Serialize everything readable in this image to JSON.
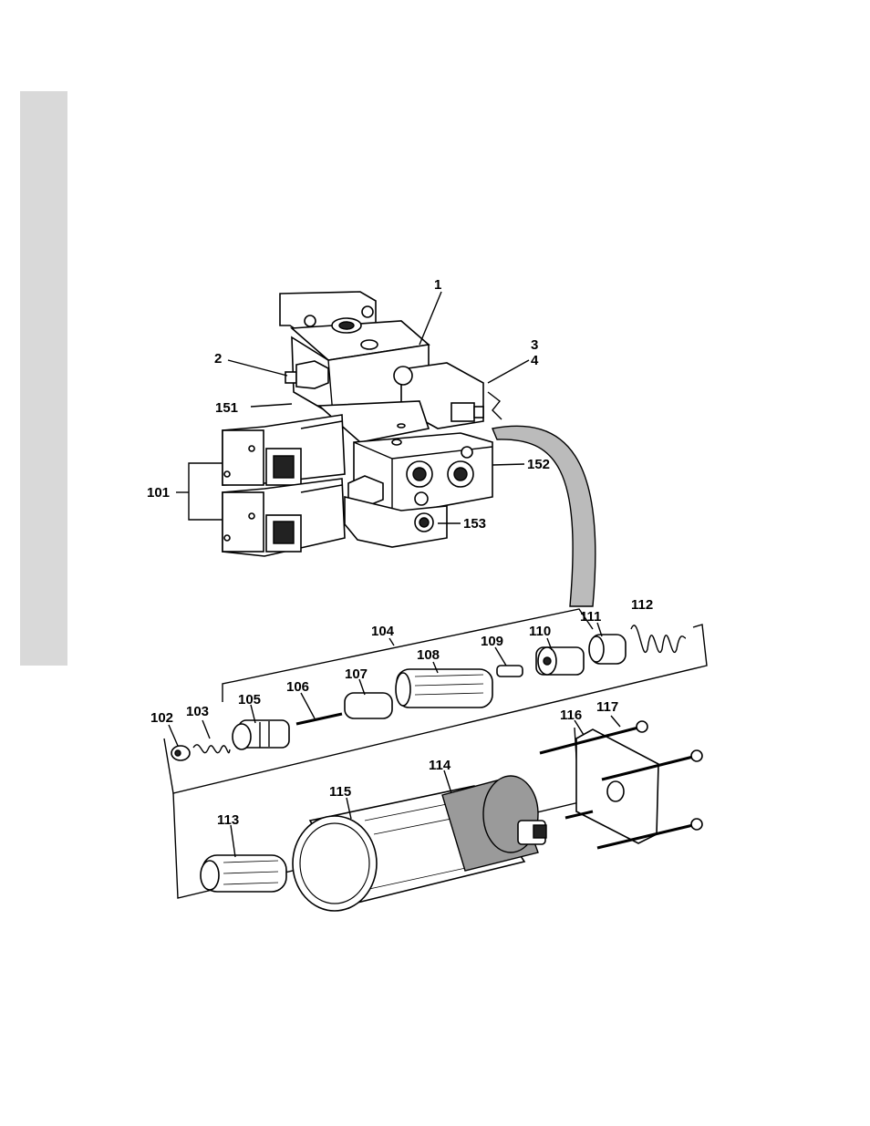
{
  "diagram": {
    "callouts": {
      "c1": "1",
      "c2": "2",
      "c3": "3",
      "c4": "4",
      "c151": "151",
      "c152": "152",
      "c153": "153",
      "c101": "101",
      "c102": "102",
      "c103": "103",
      "c104": "104",
      "c105": "105",
      "c106": "106",
      "c107": "107",
      "c108": "108",
      "c109": "109",
      "c110": "110",
      "c111": "111",
      "c112": "112",
      "c113": "113",
      "c114": "114",
      "c115": "115",
      "c116": "116",
      "c117": "117"
    }
  }
}
